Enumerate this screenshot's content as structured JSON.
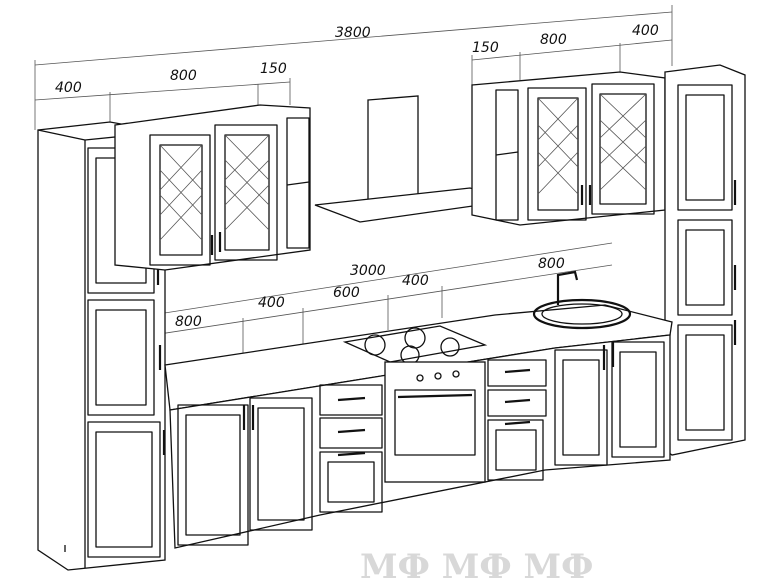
{
  "watermark": "МФ МФ МФ",
  "dimensions": {
    "total_top": "3800",
    "top_left_tall": "400",
    "top_left_wall": "800",
    "top_left_shelf": "150",
    "top_right_shelf": "150",
    "top_right_wall": "800",
    "top_right_tall": "400",
    "base_total": "3000",
    "base_left": "800",
    "base_drawer_left": "400",
    "base_stove": "600",
    "base_drawer_right": "400",
    "base_sink": "800"
  }
}
